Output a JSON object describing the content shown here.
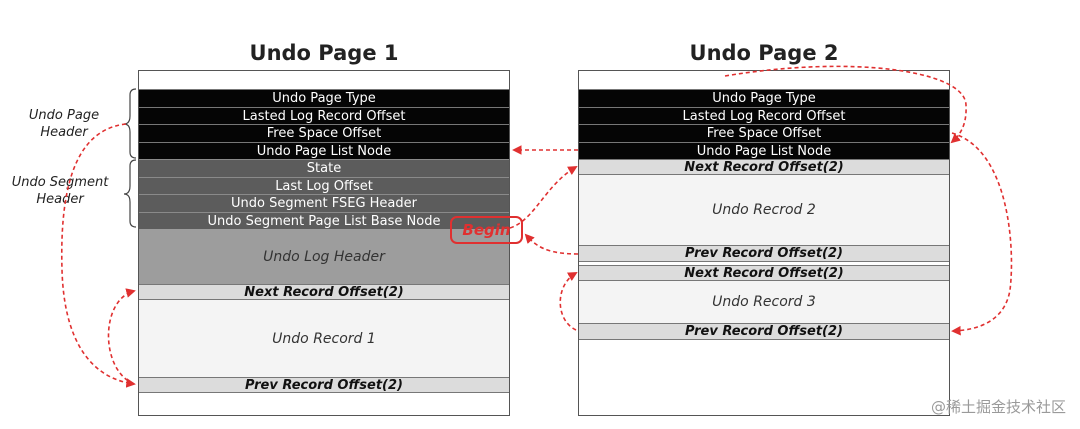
{
  "page1": {
    "title": "Undo Page 1",
    "rows": [
      "Undo Page Type",
      "Lasted Log Record Offset",
      "Free Space Offset",
      "Undo Page List Node",
      "State",
      "Last Log Offset",
      "Undo Segment FSEG Header",
      "Undo Segment Page List Base Node",
      "Undo Log Header",
      "Next Record Offset(2)",
      "Undo Record 1",
      "Prev Record Offset(2)"
    ]
  },
  "page2": {
    "title": "Undo Page 2",
    "rows": [
      "Undo Page Type",
      "Lasted Log Record Offset",
      "Free Space Offset",
      "Undo Page List Node",
      "Next Record Offset(2)",
      "Undo Recrod 2",
      "Prev Record Offset(2)",
      "Next Record Offset(2)",
      "Undo Record 3",
      "Prev Record Offset(2)"
    ]
  },
  "labels": {
    "undo_page_header": "Undo Page Header",
    "undo_segment_header": "Undo Segment Header"
  },
  "begin_label": "Begin",
  "watermark": "@稀土掘金技术社区",
  "colors": {
    "arrow": "#e03030",
    "header_black": "#050505",
    "segment_gray": "#5c5c5c",
    "log_header_gray": "#9d9d9d"
  }
}
